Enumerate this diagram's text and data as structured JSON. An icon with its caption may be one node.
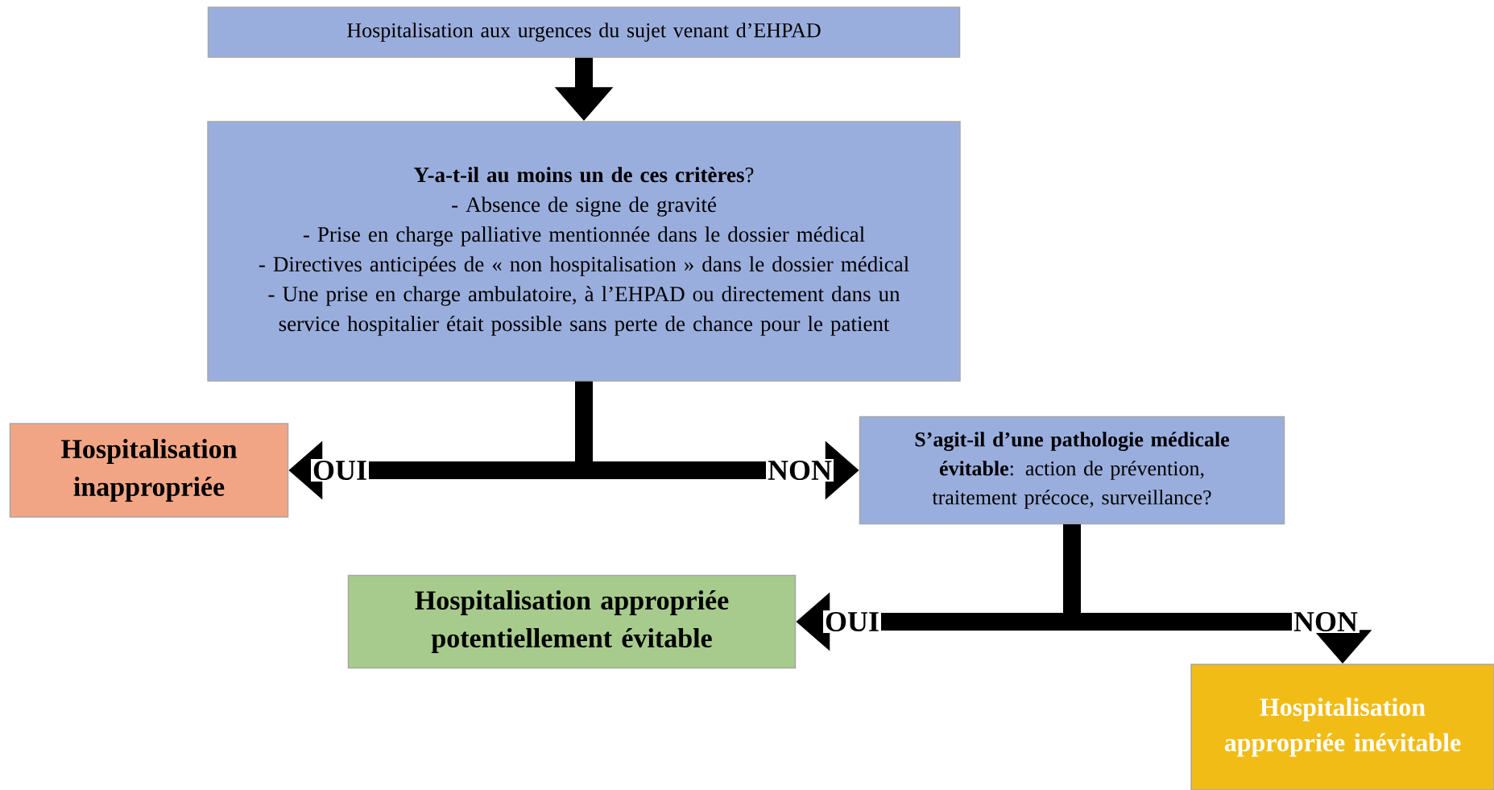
{
  "diagram": {
    "nodes": [
      {
        "text": [
          "Hospitalisation aux urgences du sujet venant d’EHPAD"
        ]
      },
      {
        "text": [
          "**Y-a-t-il au moins un de ces critères**?",
          "- Absence de signe de gravité",
          "- Prise en charge palliative mentionnée dans le dossier médical",
          "- Directives anticipées de « non hospitalisation » dans le dossier médical",
          "- Une prise en charge ambulatoire, à l’EHPAD ou directement dans un service hospitalier était possible sans perte de chance pour le patient"
        ]
      },
      {
        "text": [
          "Hospitalisation inappropriée"
        ]
      },
      {
        "text": [
          "**S’agit-il d’une pathologie médicale évitable**: action de prévention, traitement précoce, surveillance?"
        ]
      },
      {
        "text": [
          "Hospitalisation appropriée potentiellement évitable"
        ]
      },
      {
        "text": [
          "Hospitalisation appropriée inévitable"
        ]
      }
    ],
    "edges": [
      {
        "from": 0,
        "to": 1,
        "arrow": "to"
      },
      {
        "from": 1,
        "to": 2,
        "arrow": "to",
        "label": "OUI"
      },
      {
        "from": 1,
        "to": 3,
        "arrow": "to",
        "label": "NON"
      },
      {
        "from": 3,
        "to": 4,
        "arrow": "to",
        "label": "OUI"
      },
      {
        "from": 3,
        "to": 5,
        "arrow": "to",
        "label": "NON"
      }
    ]
  }
}
